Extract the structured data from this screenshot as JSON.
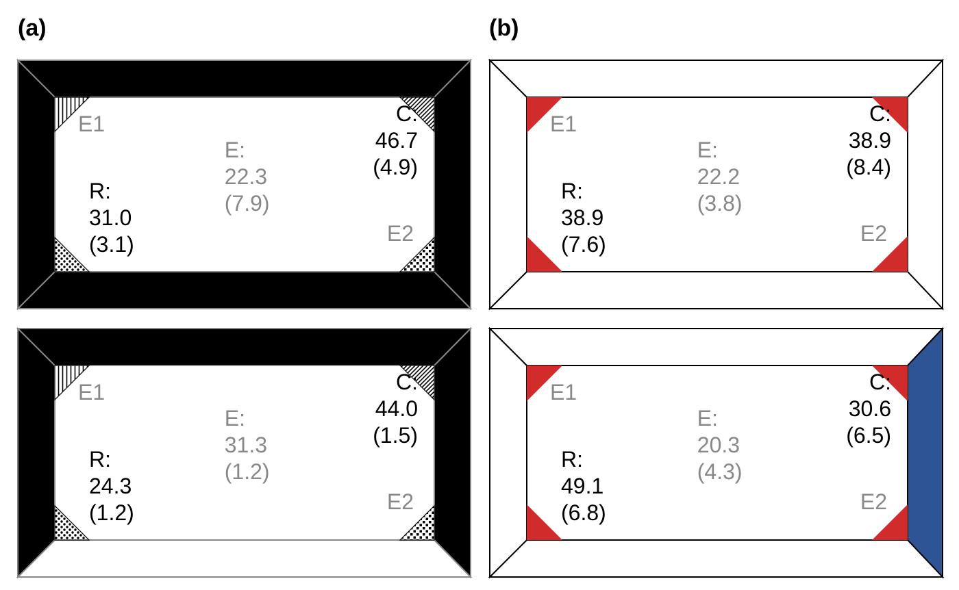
{
  "panel_labels": {
    "a": "(a)",
    "b": "(b)"
  },
  "colors": {
    "black_frame": "#000000",
    "gray_stroke": "#888888",
    "red_corner": "#D22B2B",
    "blue_wall": "#2F5496",
    "white": "#FFFFFF",
    "label_black": "#000000",
    "label_gray": "#888888"
  },
  "diagrams": [
    {
      "id": "a-top",
      "style": "patterned",
      "walls": {
        "top": "black",
        "right": "black",
        "bottom": "black",
        "left": "black"
      },
      "labels": {
        "e1": "E1",
        "e2": "E2",
        "c_head": "C:",
        "c_value": "46.7",
        "c_sd": "(4.9)",
        "e_head": "E:",
        "e_value": "22.3",
        "e_sd": "(7.9)",
        "r_head": "R:",
        "r_value": "31.0",
        "r_sd": "(3.1)"
      }
    },
    {
      "id": "a-bottom",
      "style": "patterned",
      "walls": {
        "top": "black",
        "right": "black",
        "bottom": "white",
        "left": "black"
      },
      "labels": {
        "e1": "E1",
        "e2": "E2",
        "c_head": "C:",
        "c_value": "44.0",
        "c_sd": "(1.5)",
        "e_head": "E:",
        "e_value": "31.3",
        "e_sd": "(1.2)",
        "r_head": "R:",
        "r_value": "24.3",
        "r_sd": "(1.2)"
      }
    },
    {
      "id": "b-top",
      "style": "red",
      "walls": {
        "top": "white",
        "right": "white",
        "bottom": "white",
        "left": "white"
      },
      "labels": {
        "e1": "E1",
        "e2": "E2",
        "c_head": "C:",
        "c_value": "38.9",
        "c_sd": "(8.4)",
        "e_head": "E:",
        "e_value": "22.2",
        "e_sd": "(3.8)",
        "r_head": "R:",
        "r_value": "38.9",
        "r_sd": "(7.6)"
      }
    },
    {
      "id": "b-bottom",
      "style": "red",
      "walls": {
        "top": "white",
        "right": "blue",
        "bottom": "white",
        "left": "white"
      },
      "labels": {
        "e1": "E1",
        "e2": "E2",
        "c_head": "C:",
        "c_value": "30.6",
        "c_sd": "(6.5)",
        "e_head": "E:",
        "e_value": "20.3",
        "e_sd": "(4.3)",
        "r_head": "R:",
        "r_value": "49.1",
        "r_sd": "(6.8)"
      }
    }
  ]
}
